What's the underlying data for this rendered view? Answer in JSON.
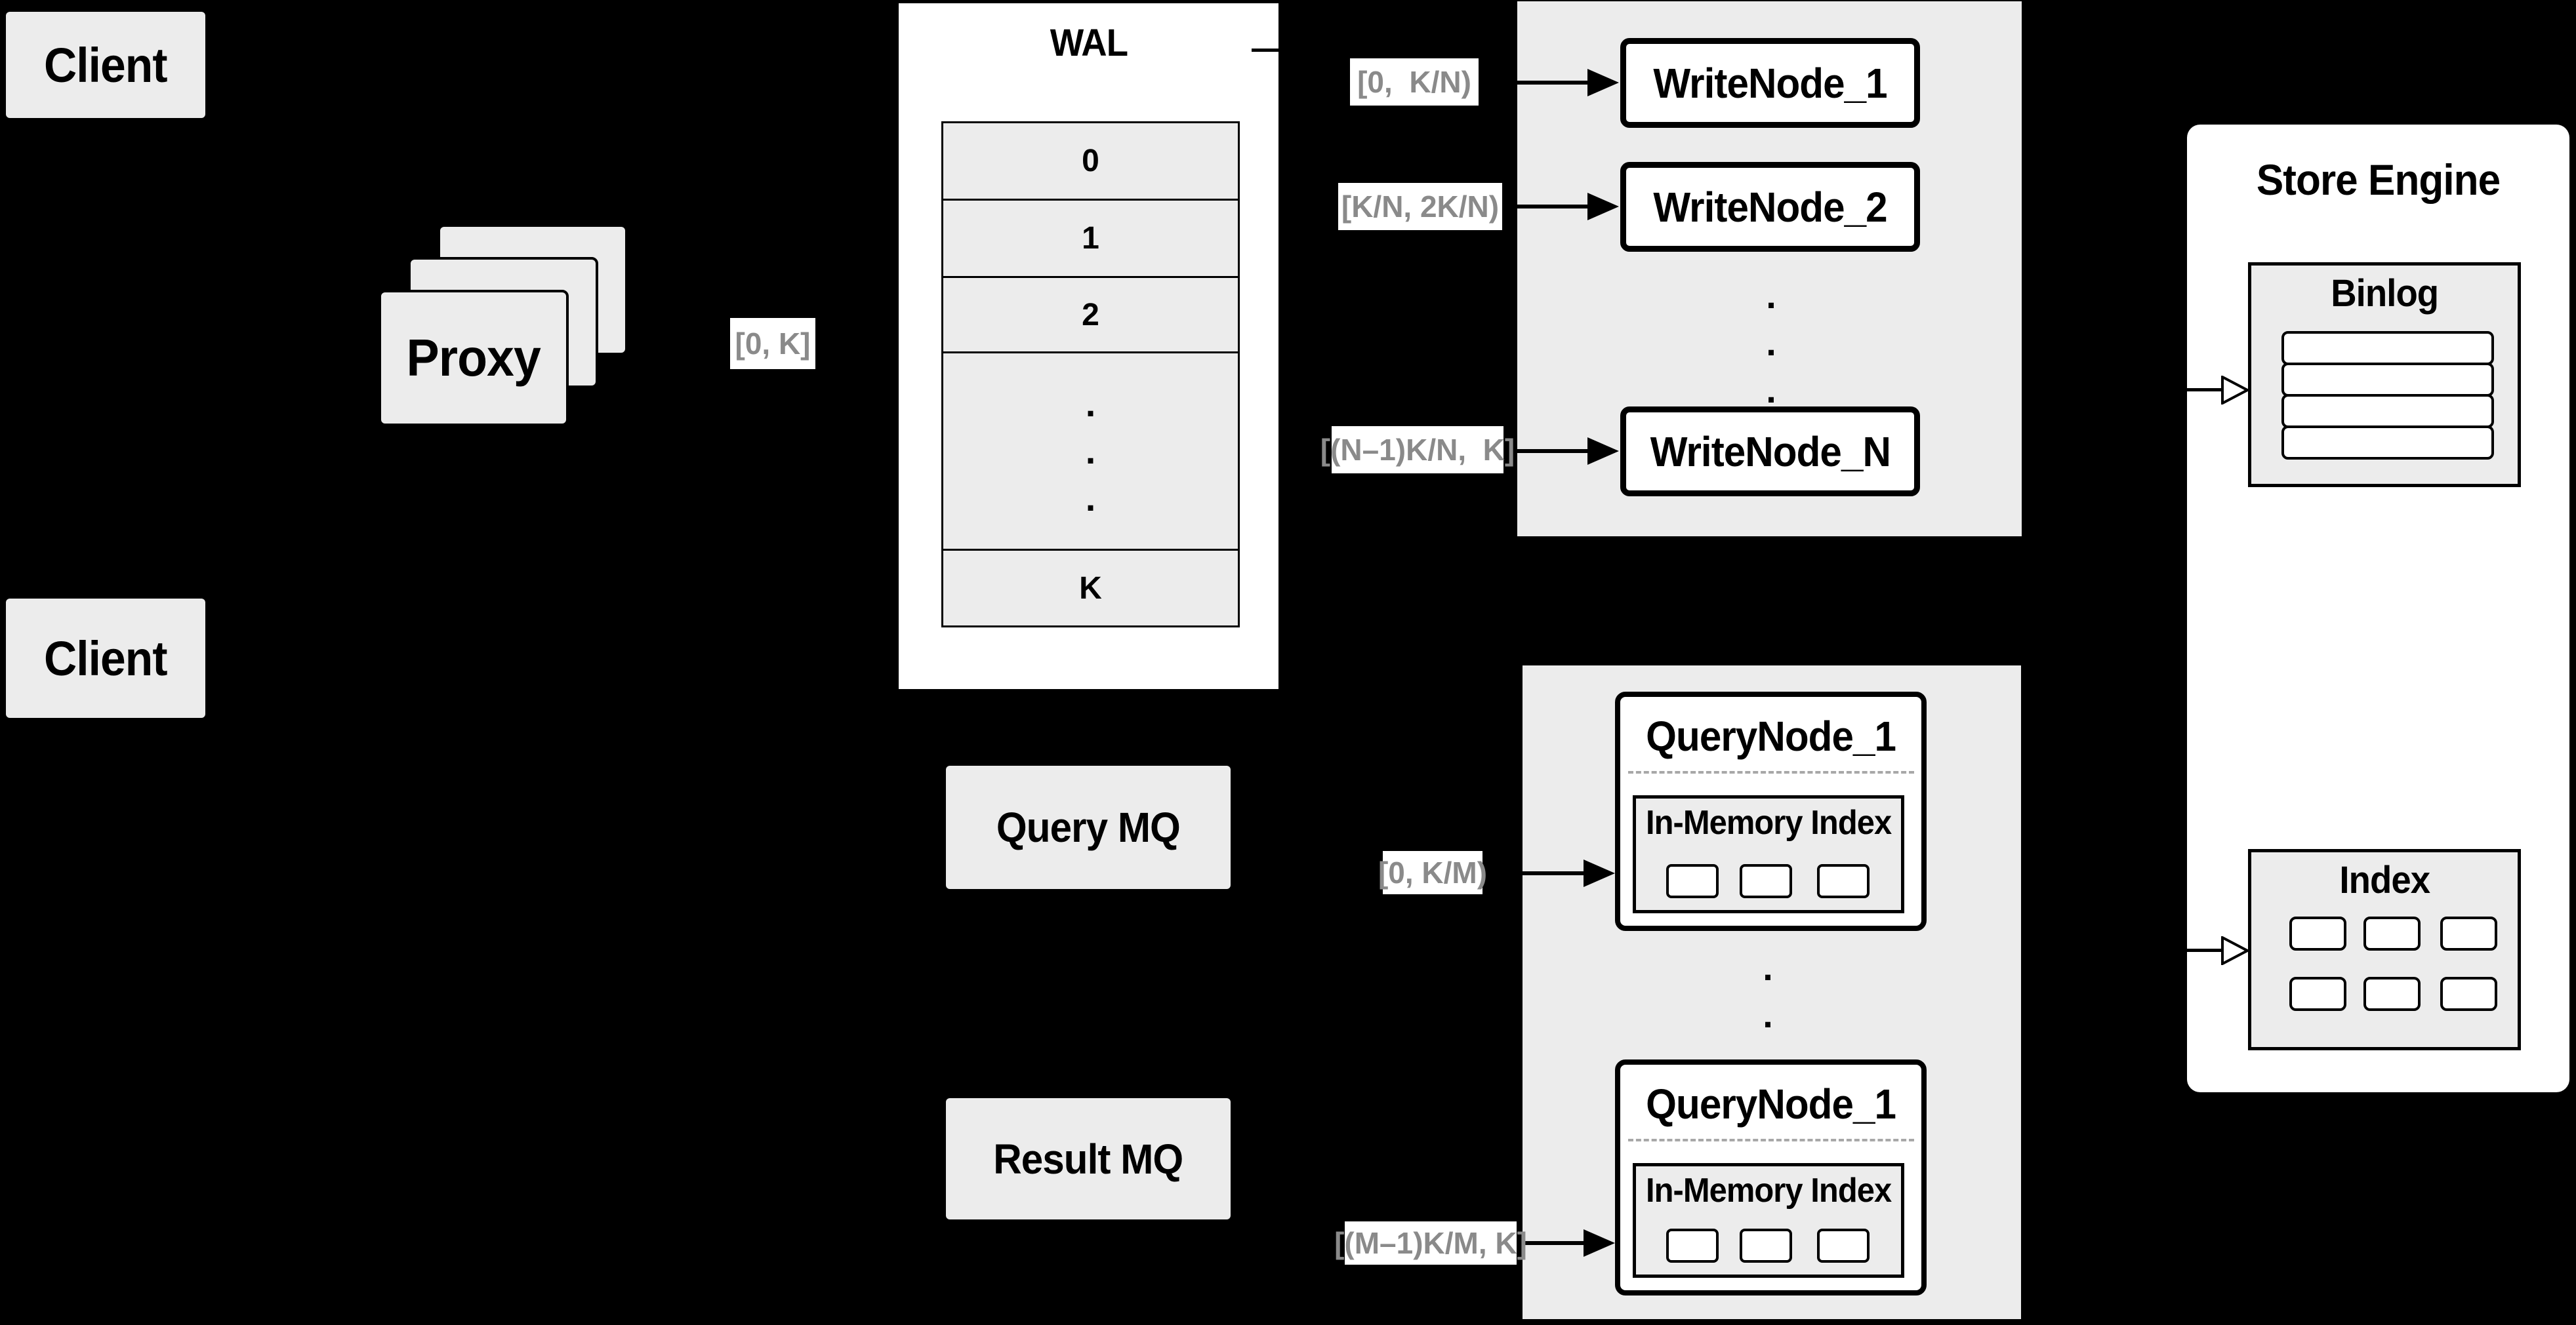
{
  "colors": {
    "background": "#000000",
    "panel_gray": "#ececec",
    "box_white": "#ffffff",
    "border_black": "#000000",
    "edge_label_text": "#8a8a8a",
    "dashed_divider": "#a8a8a8"
  },
  "clients": {
    "top_label": "Client",
    "bottom_label": "Client"
  },
  "proxy": {
    "label": "Proxy"
  },
  "edge_labels": {
    "proxy_to_wal": "[0, K]",
    "wal_to_writenode_1": "[0,  K/N)",
    "wal_to_writenode_2": "[K/N, 2K/N)",
    "wal_to_writenode_n": "[(N–1)K/N,  K]",
    "querymq_to_querynode_1": "[0, K/M)",
    "resultmq_to_querynode_m": "[(M–1)K/M, K]"
  },
  "wal": {
    "title": "WAL",
    "rows": [
      "0",
      "1",
      "2",
      "K"
    ],
    "dot": "."
  },
  "write_panel": {
    "node_1": "WriteNode_1",
    "node_2": "WriteNode_2",
    "node_n": "WriteNode_N",
    "dot": "."
  },
  "store_engine": {
    "title": "Store Engine",
    "binlog_title": "Binlog",
    "index_title": "Index"
  },
  "mq": {
    "query_label": "Query MQ",
    "result_label": "Result MQ"
  },
  "query_panel": {
    "node_top_title": "QueryNode_1",
    "node_top_subtitle": "In-Memory Index",
    "node_bottom_title": "QueryNode_1",
    "node_bottom_subtitle": "In-Memory Index",
    "dot": "."
  }
}
